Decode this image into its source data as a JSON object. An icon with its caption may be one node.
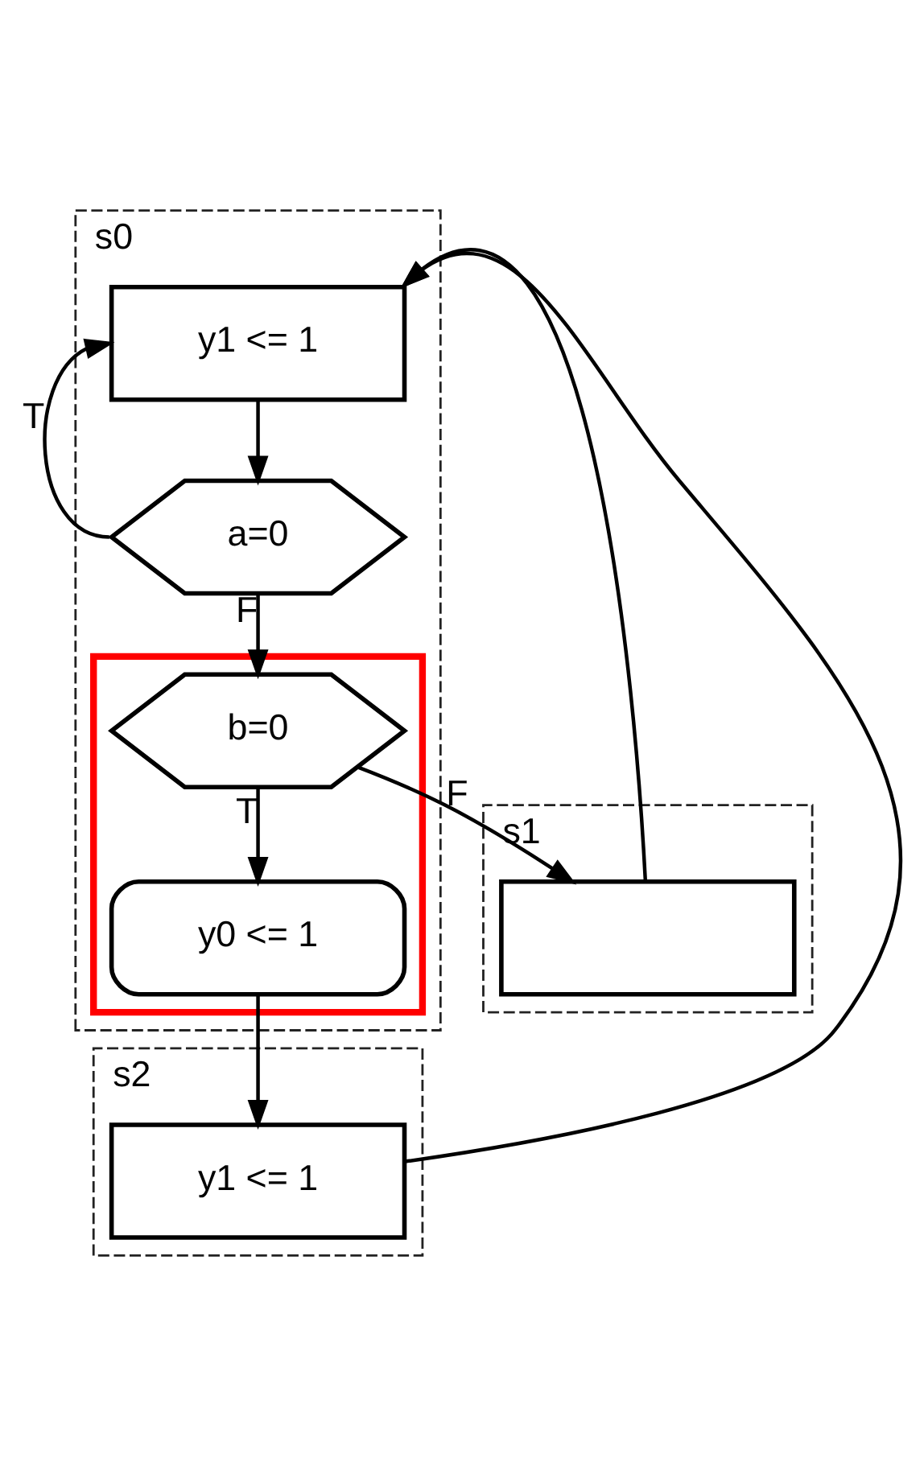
{
  "diagram": {
    "nodes": [
      {
        "text": [
          "s0"
        ]
      },
      {
        "text": [
          "y1 <= 1"
        ],
        "in": 0
      },
      {
        "text": [
          "a=0"
        ],
        "in": 0
      },
      {
        "text": [],
        "shape": "box",
        "in": 0
      },
      {
        "text": [
          "b=0"
        ],
        "in": 3
      },
      {
        "text": [
          "y0 <= 1"
        ],
        "in": 3
      },
      {
        "text": [
          "s1"
        ]
      },
      {
        "text": [],
        "shape": "box",
        "in": 6
      },
      {
        "text": [
          "s2"
        ]
      },
      {
        "text": [
          "y1 <= 1"
        ],
        "in": 8
      }
    ],
    "edges": [
      {
        "from": 2,
        "to": 1,
        "arrow": "to",
        "label": "T"
      },
      {
        "from": 1,
        "to": 2,
        "arrow": "to"
      },
      {
        "from": 2,
        "to": 4,
        "arrow": "to",
        "label": "F"
      },
      {
        "from": 4,
        "to": 7,
        "arrow": "to",
        "label": "F"
      },
      {
        "from": 4,
        "to": 5,
        "arrow": "to",
        "label": "T"
      },
      {
        "from": 5,
        "to": 9,
        "arrow": "to"
      },
      {
        "from": 7,
        "to": 1,
        "arrow": "to"
      },
      {
        "from": 9,
        "to": 1,
        "arrow": "to"
      }
    ]
  }
}
